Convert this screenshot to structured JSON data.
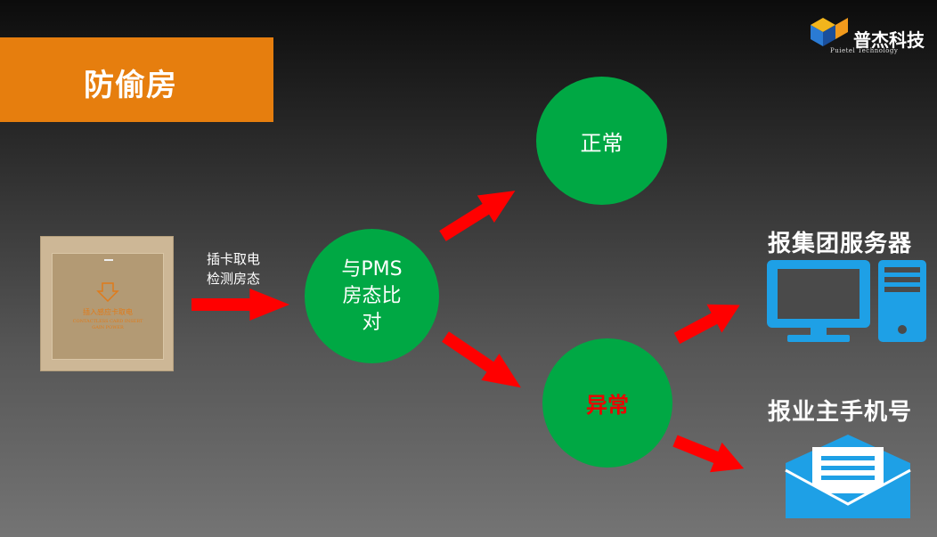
{
  "header": {
    "title": "防偷房"
  },
  "logo": {
    "name": "普杰科技",
    "subtitle": "Puietel  Technology"
  },
  "card": {
    "line1": "插入感应卡取电",
    "line2": "CONTACTLESS CARD INSERT",
    "line3": "GAIN POWER"
  },
  "caption": {
    "line1": "插卡取电",
    "line2": "检测房态"
  },
  "nodes": {
    "compare": {
      "line1": "与PMS",
      "line2": "房态比",
      "line3": "对"
    },
    "normal": "正常",
    "abnormal": "异常"
  },
  "targets": {
    "server": "报集团服务器",
    "phone": "报业主手机号"
  },
  "colors": {
    "accent": "#e67e0e",
    "node": "#00a844",
    "arrow": "#ff0000",
    "icon": "#1ea0e6",
    "alert": "#e00000"
  },
  "icons": {
    "server": "computer-icon",
    "phone": "envelope-icon"
  }
}
